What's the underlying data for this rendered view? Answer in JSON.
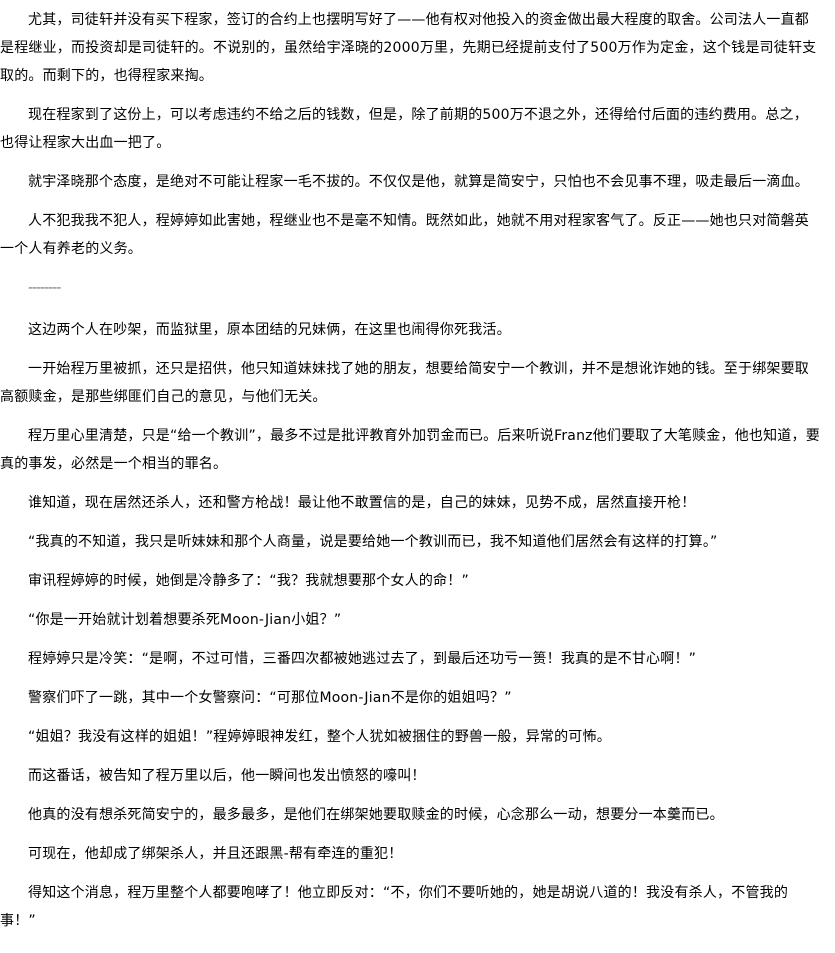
{
  "paragraphs": [
    "尤其，司徒轩并没有买下程家，签订的合约上也摆明写好了——他有权对他投入的资金做出最大程度的取舍。公司法人一直都是程继业，而投资却是司徒轩的。不说别的，虽然给宇泽晓的2000万里，先期已经提前支付了500万作为定金，这个钱是司徒轩支取的。而剩下的，也得程家来掏。",
    "现在程家到了这份上，可以考虑违约不给之后的钱数，但是，除了前期的500万不退之外，还得给付后面的违约费用。总之，也得让程家大出血一把了。",
    "就宇泽晓那个态度，是绝对不可能让程家一毛不拔的。不仅仅是他，就算是简安宁，只怕也不会见事不理，吸走最后一滴血。",
    "人不犯我我不犯人，程婷婷如此害她，程继业也不是毫不知情。既然如此，她就不用对程家客气了。反正——她也只对简磐英一个人有养老的义务。",
    "--------",
    "这边两个人在吵架，而监狱里，原本团结的兄妹俩，在这里也闹得你死我活。",
    "一开始程万里被抓，还只是招供，他只知道妹妹找了她的朋友，想要给简安宁一个教训，并不是想讹诈她的钱。至于绑架要取高额赎金，是那些绑匪们自己的意见，与他们无关。",
    "程万里心里清楚，只是“给一个教训”，最多不过是批评教育外加罚金而已。后来听说Franz他们要取了大笔赎金，他也知道，要真的事发，必然是一个相当的罪名。",
    "谁知道，现在居然还杀人，还和警方枪战！最让他不敢置信的是，自己的妹妹，见势不成，居然直接开枪！",
    "“我真的不知道，我只是听妹妹和那个人商量，说是要给她一个教训而已，我不知道他们居然会有这样的打算。”",
    "审讯程婷婷的时候，她倒是冷静多了：“我？我就想要那个女人的命！”",
    "“你是一开始就计划着想要杀死Moon-Jian小姐？”",
    "程婷婷只是冷笑：“是啊，不过可惜，三番四次都被她逃过去了，到最后还功亏一篑！我真的是不甘心啊！”",
    "警察们吓了一跳，其中一个女警察问：“可那位Moon-Jian不是你的姐姐吗？”",
    "“姐姐？我没有这样的姐姐！”程婷婷眼神发红，整个人犹如被捆住的野兽一般，异常的可怖。",
    "而这番话，被告知了程万里以后，他一瞬间也发出愤怒的嚎叫！",
    "他真的没有想杀死简安宁的，最多最多，是他们在绑架她要取赎金的时候，心念那么一动，想要分一本羹而已。",
    "可现在，他却成了绑架杀人，并且还跟黑-帮有牵连的重犯！",
    "得知这个消息，程万里整个人都要咆哮了！他立即反对：“不，你们不要听她的，她是胡说八道的！我没有杀人，不管我的事！”"
  ]
}
